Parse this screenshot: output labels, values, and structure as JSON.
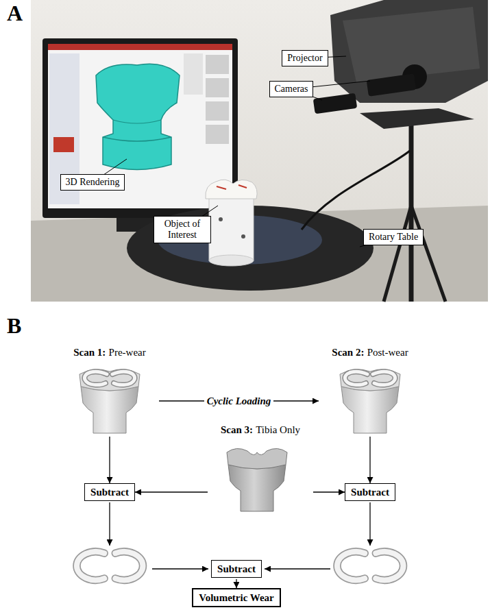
{
  "diagram": {
    "nodes": [
      {
        "text": [
          "Projector"
        ]
      },
      {
        "text": [
          "Cameras"
        ]
      },
      {
        "text": [
          "3D Rendering"
        ]
      },
      {
        "text": [
          "Object of Interest"
        ]
      },
      {
        "text": [
          "Rotary Table"
        ]
      },
      {
        "text": [
          "Scan 1:",
          "Pre-wear"
        ]
      },
      {
        "text": [
          "Scan 2:",
          "Post-wear"
        ]
      },
      {
        "text": [
          "Scan 3:",
          "Tibia Only"
        ]
      },
      {
        "text": [
          "Subtract"
        ]
      },
      {
        "text": [
          "Subtract"
        ]
      },
      {
        "text": [
          "Subtract"
        ]
      },
      {
        "text": [
          "Volumetric Wear"
        ]
      }
    ],
    "edges": [
      {
        "from": 5,
        "to": 6,
        "label": "Cyclic Loading",
        "arrow": "to"
      },
      {
        "from": 5,
        "to": 8,
        "arrow": "to"
      },
      {
        "from": 7,
        "to": 8,
        "arrow": "to"
      },
      {
        "from": 7,
        "to": 9,
        "arrow": "to"
      },
      {
        "from": 6,
        "to": 9,
        "arrow": "to"
      },
      {
        "from": 10,
        "to": 11,
        "arrow": "to"
      }
    ],
    "labels": [
      "A",
      "B"
    ]
  }
}
